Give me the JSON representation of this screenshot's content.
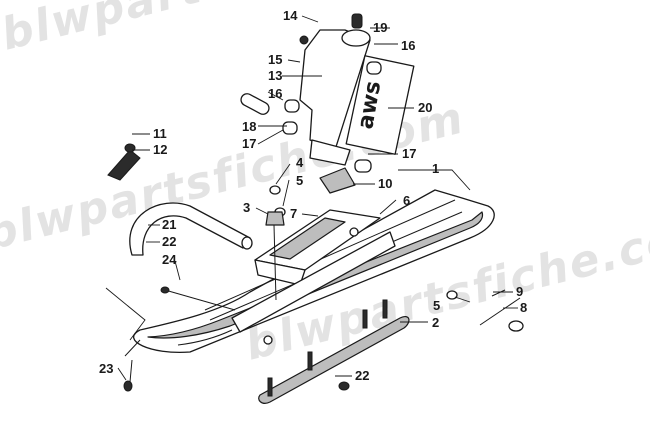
{
  "watermark": {
    "line1": "blwpartsfiche.com",
    "line2": "blwpartsfiche.com",
    "line3": "blwpartsfiche.com"
  },
  "decal_text": "aws",
  "callouts": [
    "14",
    "19",
    "16",
    "15",
    "13",
    "16",
    "20",
    "18",
    "17",
    "17",
    "11",
    "12",
    "4",
    "1",
    "5",
    "10",
    "3",
    "7",
    "6",
    "21",
    "22",
    "24",
    "5",
    "9",
    "8",
    "2",
    "23",
    "22"
  ]
}
